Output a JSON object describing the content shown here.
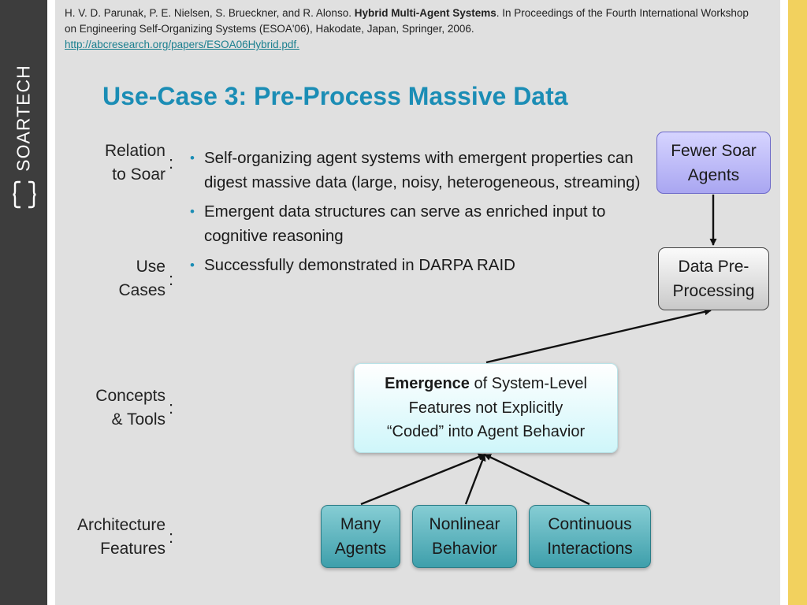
{
  "brand": {
    "name": "SOARTECH",
    "logo_icon": "braces-icon"
  },
  "citation": {
    "authors": "H. V. D. Parunak, P. E. Nielsen, S. Brueckner, and R. Alonso. ",
    "paper_title": "Hybrid Multi-Agent Systems",
    "venue": ". In Proceedings of the Fourth International Workshop on Engineering Self-Organizing Systems (ESOA'06), Hakodate, Japan, Springer, 2006.",
    "link": "http://abcresearch.org/papers/ESOA06Hybrid.pdf. "
  },
  "title": "Use-Case 3: Pre-Process Massive Data",
  "rows": {
    "relation": {
      "line1": "Relation",
      "line2": "to Soar"
    },
    "use_cases": {
      "line1": "Use",
      "line2": "Cases"
    },
    "concepts": {
      "line1": "Concepts",
      "line2": "& Tools"
    },
    "architecture": {
      "line1": "Architecture",
      "line2": "Features"
    },
    "colon": ":"
  },
  "bullets": [
    "Self-organizing agent systems with emergent properties can digest massive data (large, noisy, heterogeneous, streaming)",
    "Emergent data structures can serve as enriched input to cognitive reasoning",
    "Successfully demonstrated in DARPA RAID"
  ],
  "bullet_glyph": "•",
  "diagram": {
    "fewer_agents": {
      "line1": "Fewer Soar",
      "line2": "Agents"
    },
    "pre_processing": {
      "line1": "Data Pre-",
      "line2": "Processing"
    },
    "emergence": {
      "bold": "Emergence",
      "rest1": " of System-Level",
      "line2": "Features not Explicitly",
      "line3": "“Coded” into Agent Behavior"
    },
    "many_agents": {
      "line1": "Many",
      "line2": "Agents"
    },
    "nonlinear": {
      "line1": "Nonlinear",
      "line2": "Behavior"
    },
    "continuous": {
      "line1": "Continuous",
      "line2": "Interactions"
    }
  },
  "colors": {
    "title": "#1b8db5",
    "left_bar": "#3d3d3d",
    "right_bar": "#f2d15e",
    "link": "#1a7f8f"
  }
}
